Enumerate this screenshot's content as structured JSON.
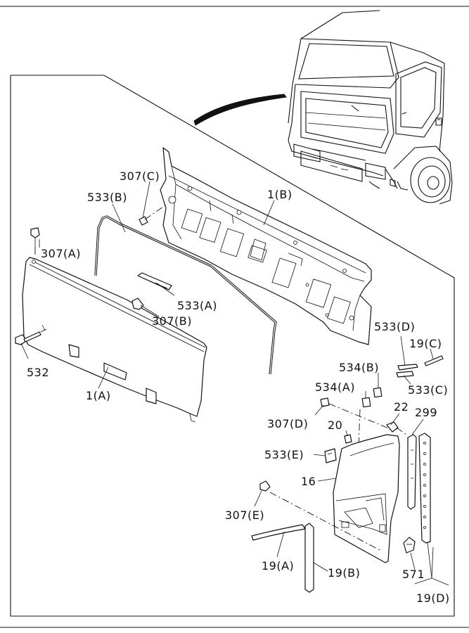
{
  "callouts": {
    "c307C": "307(C)",
    "c533B": "533(B)",
    "c1B": "1(B)",
    "c307A": "307(A)",
    "c533A": "533(A)",
    "c307B": "307(B)",
    "c532": "532",
    "c1A": "1(A)",
    "c533D": "533(D)",
    "c19C": "19(C)",
    "c533C": "533(C)",
    "c534B": "534(B)",
    "c534A": "534(A)",
    "c22": "22",
    "c299": "299",
    "c307D": "307(D)",
    "c20": "20",
    "c533E": "533(E)",
    "c16": "16",
    "c307E": "307(E)",
    "c19A": "19(A)",
    "c19B": "19(B)",
    "c571": "571",
    "c19D": "19(D)"
  }
}
